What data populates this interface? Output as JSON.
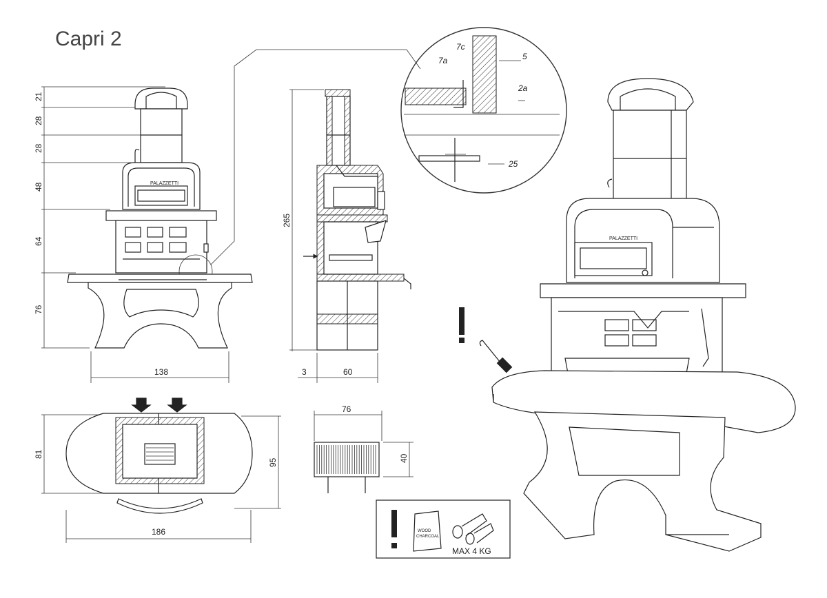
{
  "title": "Capri 2",
  "front_view": {
    "heights": [
      "21",
      "28",
      "28",
      "48",
      "64",
      "76"
    ],
    "width": "138"
  },
  "side_view": {
    "height": "265",
    "offset": "3",
    "depth": "60"
  },
  "top_view": {
    "depth": "81",
    "depth_overall": "95",
    "width": "186"
  },
  "grate": {
    "width": "76",
    "height": "40"
  },
  "detail": {
    "labels": [
      "7c",
      "7a",
      "5",
      "2a",
      "25"
    ]
  },
  "fuel_box": {
    "bag_label_line1": "WOOD",
    "bag_label_line2": "CHARCOAL",
    "max_label": "MAX 4 KG"
  },
  "oven_brand": "PALAZZETTI"
}
